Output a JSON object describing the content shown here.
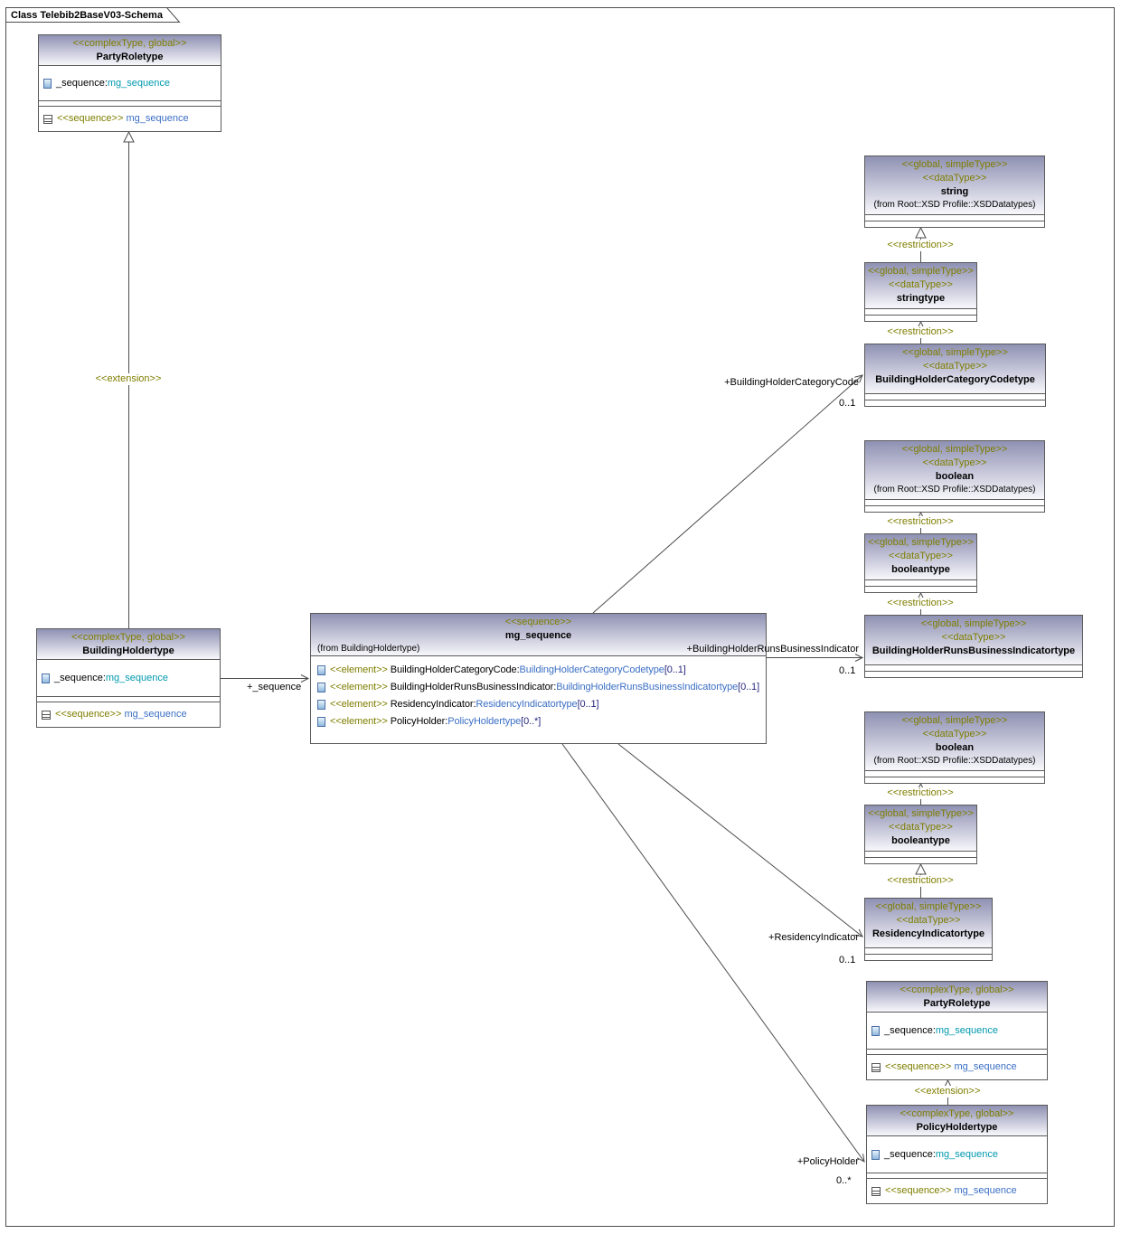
{
  "frame": {
    "title": "Class Telebib2BaseV03-Schema"
  },
  "colors": {
    "c_stereotype": "#7e7e00",
    "c_attr_type": "#0099ae",
    "c_elem_type": "#3b6fc4",
    "c_mult": "#27277f",
    "c_line": "#4d4d4d",
    "c_border": "#5a5a5a",
    "c_hdr_top": "#8f91b3",
    "c_hdr_bottom": "#f7f7fb"
  },
  "boxes": {
    "party_roletype": {
      "stereotype": "<<complexType, global>>",
      "name": "PartyRoletype",
      "attr_name": "_sequence:",
      "attr_type": "mg_sequence",
      "op_stereotype": "<<sequence>>",
      "op_name": "mg_sequence"
    },
    "building_holdertype": {
      "stereotype": "<<complexType, global>>",
      "name": "BuildingHoldertype",
      "attr_name": "_sequence:",
      "attr_type": "mg_sequence",
      "op_stereotype": "<<sequence>>",
      "op_name": "mg_sequence"
    },
    "policy_holdertype": {
      "stereotype": "<<complexType, global>>",
      "name": "PolicyHoldertype",
      "attr_name": "_sequence:",
      "attr_type": "mg_sequence",
      "op_stereotype": "<<sequence>>",
      "op_name": "mg_sequence"
    },
    "xsd_string": {
      "stereotype1": "<<global, simpleType>>",
      "stereotype2": "<<dataType>>",
      "name": "string",
      "from": "(from Root::XSD Profile::XSDDatatypes)"
    },
    "xsd_boolean": {
      "stereotype1": "<<global, simpleType>>",
      "stereotype2": "<<dataType>>",
      "name": "boolean",
      "from": "(from Root::XSD Profile::XSDDatatypes)"
    },
    "stringtype": {
      "stereotype1": "<<global, simpleType>>",
      "stereotype2": "<<dataType>>",
      "name": "stringtype"
    },
    "booleantype": {
      "stereotype1": "<<global, simpleType>>",
      "stereotype2": "<<dataType>>",
      "name": "booleantype"
    },
    "bhcc": {
      "stereotype1": "<<global, simpleType>>",
      "stereotype2": "<<dataType>>",
      "name": "BuildingHolderCategoryCodetype"
    },
    "bhrbi": {
      "stereotype1": "<<global, simpleType>>",
      "stereotype2": "<<dataType>>",
      "name": "BuildingHolderRunsBusinessIndicatortype"
    },
    "residency": {
      "stereotype1": "<<global, simpleType>>",
      "stereotype2": "<<dataType>>",
      "name": "ResidencyIndicatortype"
    },
    "mg_sequence": {
      "stereotype": "<<sequence>>",
      "name": "mg_sequence",
      "from": "(from BuildingHoldertype)",
      "elements": [
        {
          "stereotype": "<<element>>",
          "name": "BuildingHolderCategoryCode:",
          "type": "BuildingHolderCategoryCodetype",
          "mult": "[0..1]"
        },
        {
          "stereotype": "<<element>>",
          "name": "BuildingHolderRunsBusinessIndicator:",
          "type": "BuildingHolderRunsBusinessIndicatortype",
          "mult": "[0..1]"
        },
        {
          "stereotype": "<<element>>",
          "name": "ResidencyIndicator:",
          "type": "ResidencyIndicatortype",
          "mult": "[0..1]"
        },
        {
          "stereotype": "<<element>>",
          "name": "PolicyHolder:",
          "type": "PolicyHoldertype",
          "mult": "[0..*]"
        }
      ]
    }
  },
  "edges": {
    "extension_label": "<<extension>>",
    "restriction_label": "<<restriction>>",
    "sequence_role": "+_sequence",
    "bhcc_role": "+BuildingHolderCategoryCode",
    "bhrbi_role": "+BuildingHolderRunsBusinessIndicator",
    "residency_role": "+ResidencyIndicator",
    "policy_role": "+PolicyHolder",
    "mult_0_1": "0..1",
    "mult_0_star": "0..*"
  }
}
